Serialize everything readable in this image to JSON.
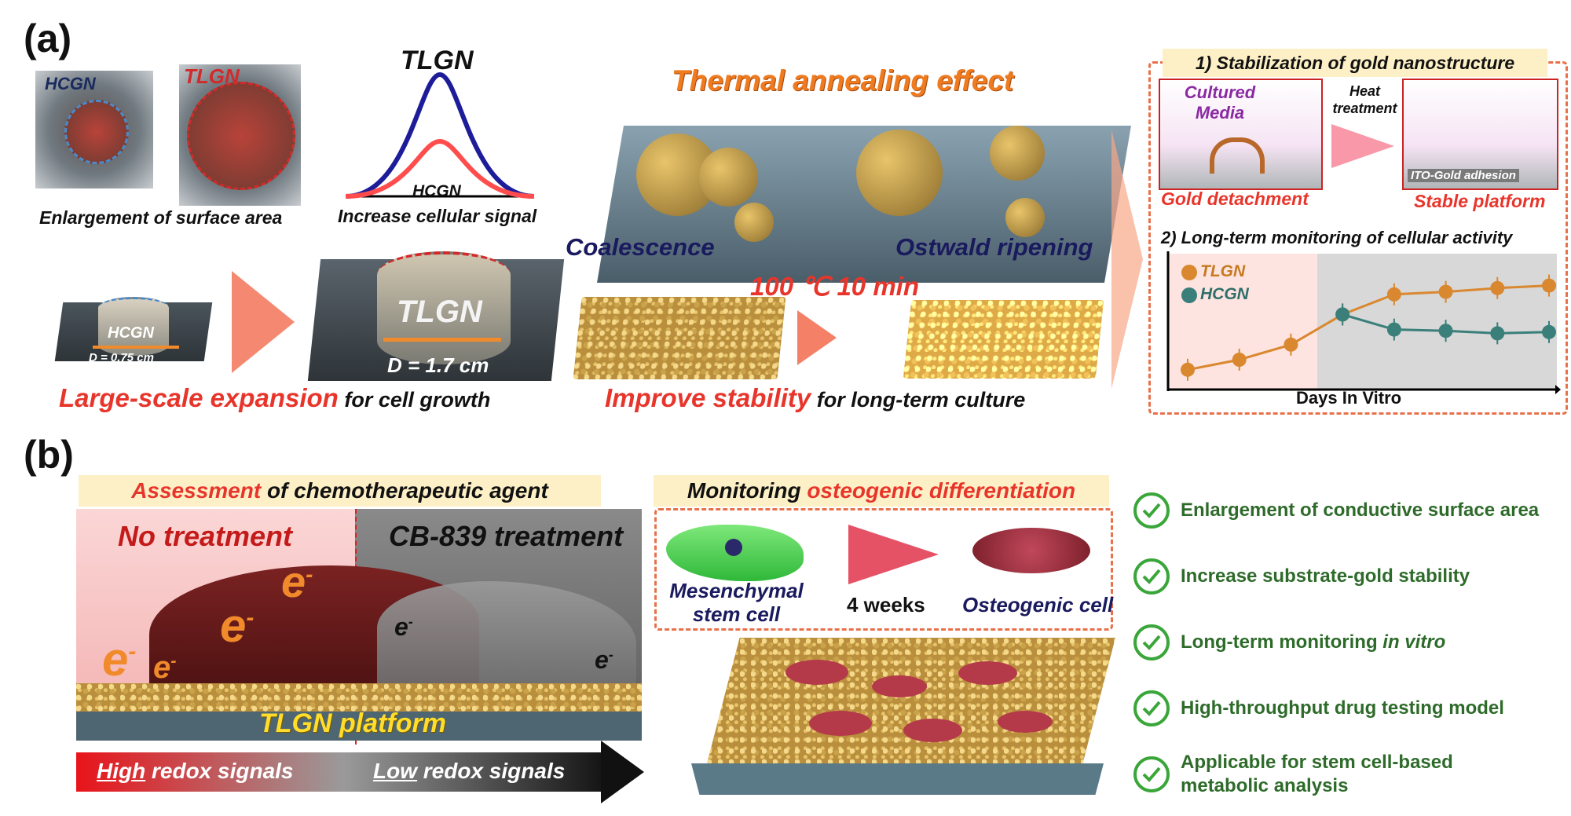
{
  "panel_a": {
    "label": "(a)",
    "hcgn_inset": "HCGN",
    "tlgn_inset": "TLGN",
    "enlargement_caption": "Enlargement of surface area",
    "peak_tlgn": "TLGN",
    "peak_hcgn": "HCGN",
    "increase_signal": "Increase cellular signal",
    "small_well": "HCGN",
    "small_d": "D = 0.75 cm",
    "big_well": "TLGN",
    "big_d": "D = 1.7 cm",
    "large_scale_red": "Large-scale expansion",
    "large_scale_rest": " for cell growth",
    "thermal_title": "Thermal annealing effect",
    "coalescence": "Coalescence",
    "ostwald": "Ostwald ripening",
    "condition": "100 ℃ 10 min",
    "improve_red": "Improve stability",
    "improve_rest": " for long-term culture",
    "stab_title": "1) Stabilization of gold nanostructure",
    "cultured_media": "Cultured Media",
    "heat_treatment": "Heat treatment",
    "gold_detachment": "Gold detachment",
    "ito_gold": "ITO-Gold adhesion",
    "stable_platform": "Stable platform",
    "monitor_title": "2) Long-term monitoring of cellular activity",
    "x_axis_label": "Days In Vitro"
  },
  "chart_data": {
    "type": "line",
    "xlabel": "Days In Vitro",
    "ylabel": "",
    "series": [
      {
        "name": "TLGN",
        "color": "#d9882f",
        "values": [
          {
            "x": 1,
            "y": 0.12
          },
          {
            "x": 2,
            "y": 0.2
          },
          {
            "x": 3,
            "y": 0.32
          },
          {
            "x": 4,
            "y": 0.56
          },
          {
            "x": 5,
            "y": 0.72
          },
          {
            "x": 6,
            "y": 0.74
          },
          {
            "x": 7,
            "y": 0.77
          },
          {
            "x": 8,
            "y": 0.79
          }
        ]
      },
      {
        "name": "HCGN",
        "color": "#3a7f7a",
        "values": [
          {
            "x": 4,
            "y": 0.56
          },
          {
            "x": 5,
            "y": 0.44
          },
          {
            "x": 6,
            "y": 0.43
          },
          {
            "x": 7,
            "y": 0.41
          },
          {
            "x": 8,
            "y": 0.42
          }
        ]
      }
    ]
  },
  "panel_b": {
    "label": "(b)",
    "assessment_red": "Assessment",
    "assessment_rest": " of chemotherapeutic agent",
    "no_treatment": "No treatment",
    "cb839": "CB-839 treatment",
    "tlgn_platform": "TLGN platform",
    "electron": "e",
    "minus": "-",
    "high_u": "High",
    "high_rest": " redox signals",
    "low_u": "Low",
    "low_rest": " redox signals",
    "monitoring_dark": "Monitoring ",
    "monitoring_red": "osteogenic differentiation",
    "msc": "Mesenchymal stem cell",
    "weeks": "4 weeks",
    "osteogenic_cell": "Osteogenic cell",
    "benefits": [
      {
        "text": "Enlargement of conductive surface area"
      },
      {
        "text": "Increase substrate-gold stability"
      },
      {
        "text": "Long-term monitoring ",
        "italic": "in vitro"
      },
      {
        "text": "High-throughput drug testing model"
      },
      {
        "text": "Applicable for stem cell-based metabolic analysis"
      }
    ]
  }
}
